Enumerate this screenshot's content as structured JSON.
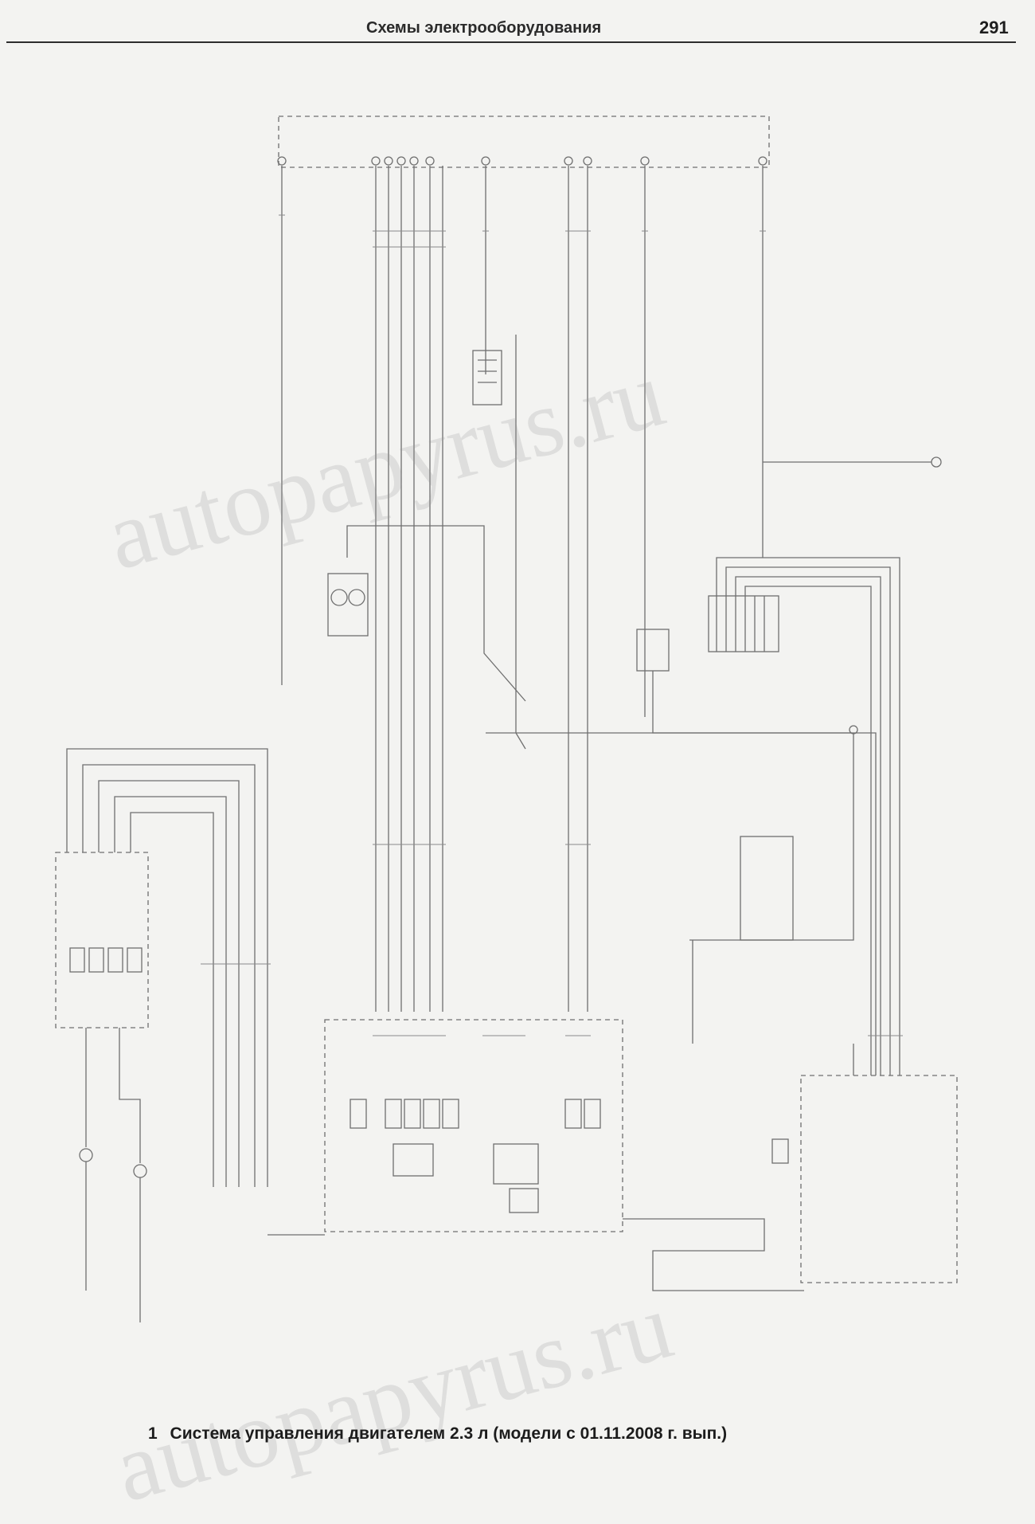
{
  "header": {
    "title": "Схемы электрооборудования",
    "page_number": "291"
  },
  "figure": {
    "caption_number": "1",
    "caption": "Система управления двигателем 2.3 л (модели с 01.11.2008 г. вып.)"
  },
  "watermark": {
    "text": "autopapyrus.ru"
  },
  "colors": {
    "wire": "#6f6f6f",
    "frame": "#9a9a9a",
    "paper": "#f3f3f1"
  }
}
